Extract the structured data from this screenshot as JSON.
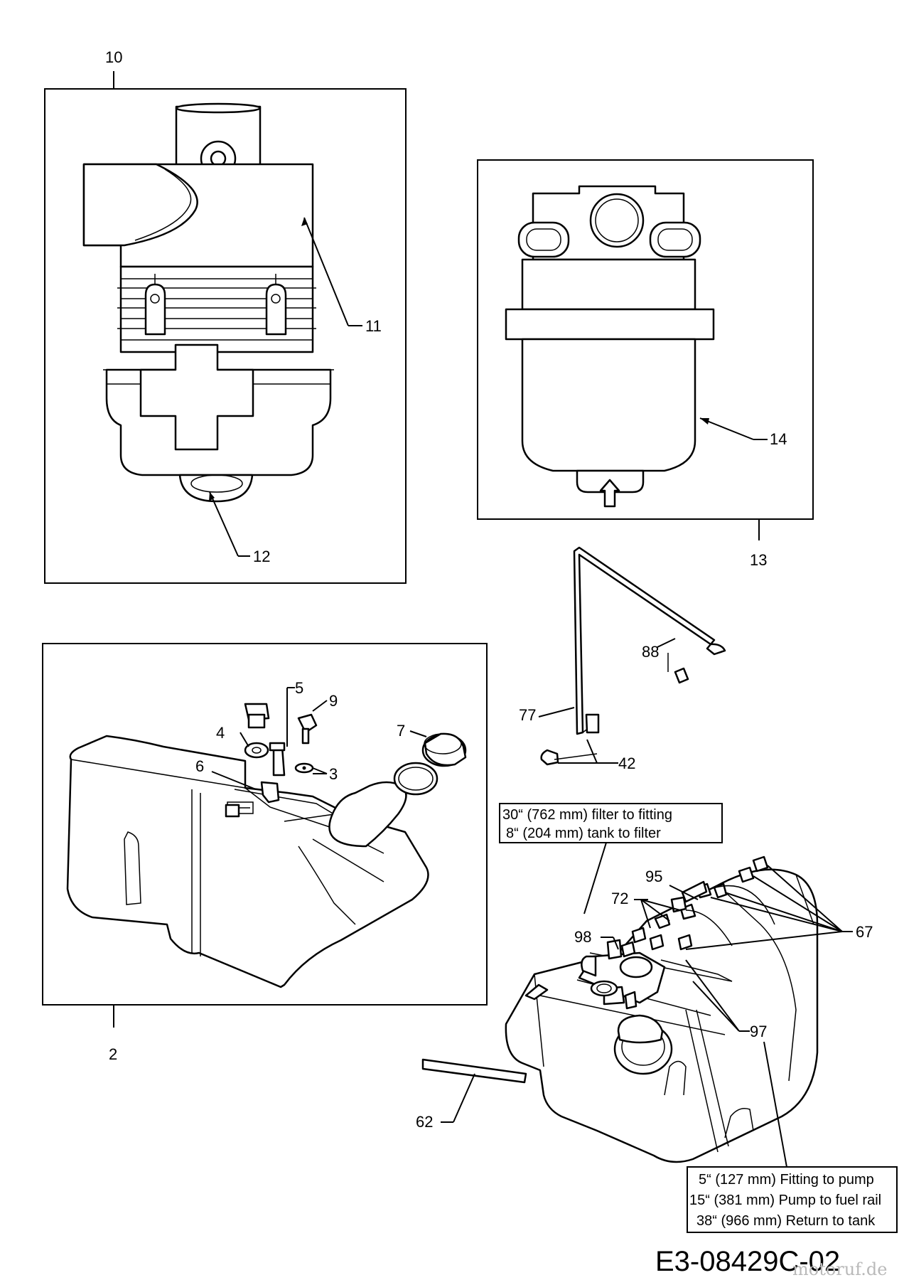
{
  "callouts": {
    "c10": "10",
    "c11": "11",
    "c12": "12",
    "c13": "13",
    "c14": "14",
    "c2": "2",
    "c3": "3",
    "c4": "4",
    "c5": "5",
    "c6": "6",
    "c7": "7",
    "c9": "9",
    "c42": "42",
    "c62": "62",
    "c67": "67",
    "c72": "72",
    "c77": "77",
    "c88": "88",
    "c95": "95",
    "c97": "97",
    "c98": "98"
  },
  "notes": {
    "hose_top": [
      "30“ (762 mm) filter to fitting",
      "8“ (204 mm) tank to filter"
    ],
    "hose_bottom": [
      "5“ (127 mm) Fitting to pump",
      "15“ (381 mm) Pump to fuel rail",
      "38“ (966 mm) Return to tank"
    ]
  },
  "drawing_code": "E3-08429C-02",
  "watermark": "motoruf.de"
}
